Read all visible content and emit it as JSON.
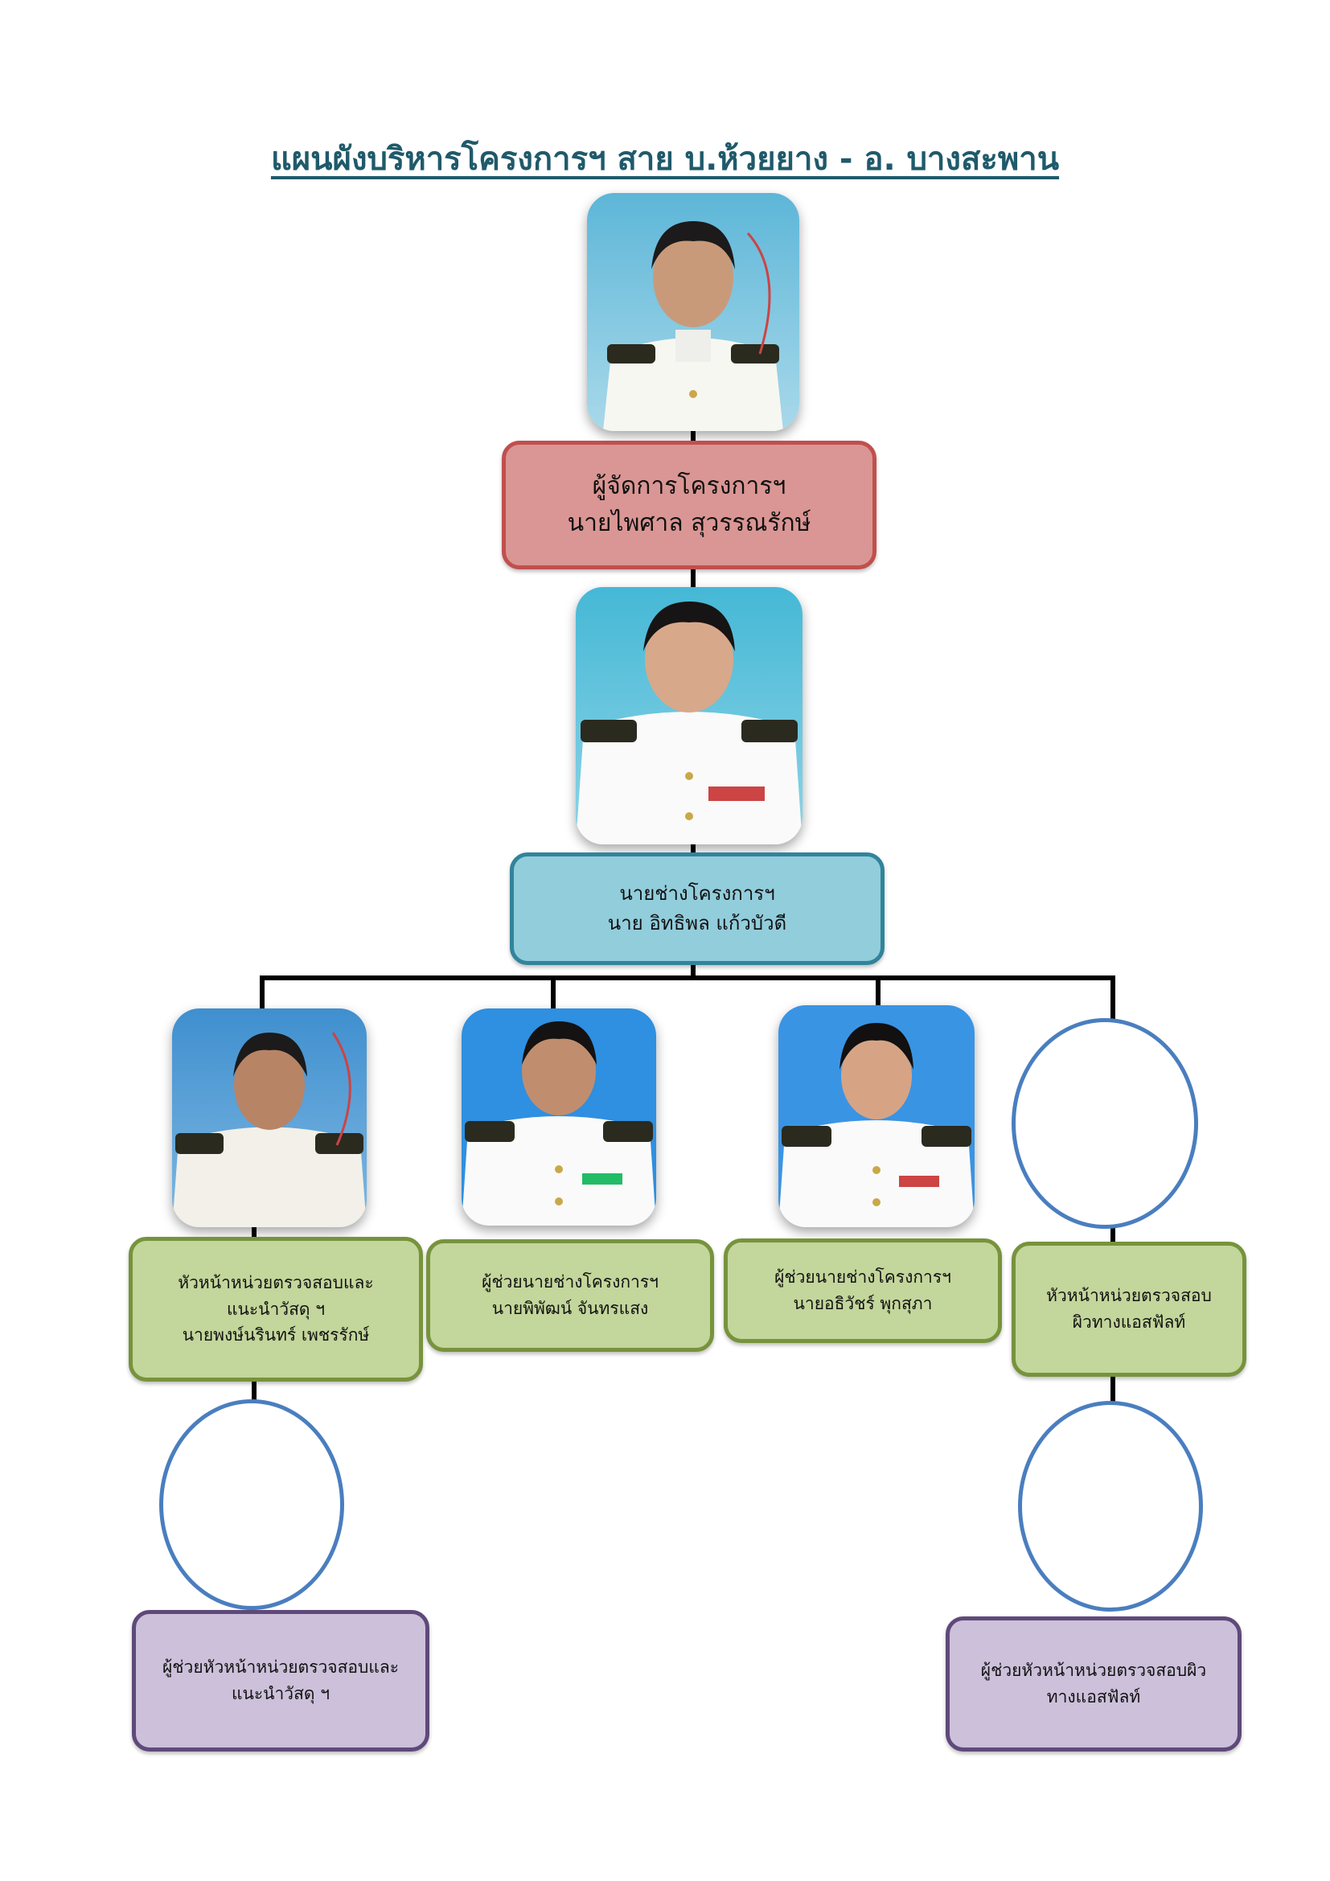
{
  "title": "แผนผังบริหารโครงการฯ สาย บ.ห้วยยาง - อ. บางสะพาน",
  "colors": {
    "manager_fill": "#da9694",
    "manager_border": "#c0504d",
    "engineer_fill": "#92cddc",
    "engineer_border": "#31849b",
    "staff_fill": "#c3d69b",
    "staff_border": "#77933c",
    "assistant_fill": "#ccc0da",
    "assistant_border": "#5f497a",
    "placeholder_border": "#4a7ebf"
  },
  "manager": {
    "role": "ผู้จัดการโครงการฯ",
    "name": "นายไพศาล สุวรรณรักษ์"
  },
  "engineer": {
    "role": "นายช่างโครงการฯ",
    "name": "นาย อิทธิพล  แก้วบัวดี"
  },
  "staff": [
    {
      "lines": [
        "หัวหน้าหน่วยตรวจสอบและ",
        "แนะนำวัสดุ ฯ",
        "นายพงษ์นรินทร์  เพชรรักษ์"
      ]
    },
    {
      "lines": [
        "ผู้ช่วยนายช่างโครงการฯ",
        "นายพิพัฒน์  จันทรแสง"
      ]
    },
    {
      "lines": [
        "ผู้ช่วยนายช่างโครงการฯ",
        "นายอธิวัชร์  พุกสุภา"
      ]
    },
    {
      "lines": [
        "หัวหน้าหน่วยตรวจสอบ",
        "ผิวทางแอสฟัลท์"
      ]
    }
  ],
  "assistants": [
    {
      "lines": [
        "ผู้ช่วยหัวหน้าหน่วยตรวจสอบและ",
        "แนะนำวัสดุ ฯ"
      ]
    },
    {
      "lines": [
        "ผู้ช่วยหัวหน้าหน่วยตรวจสอบผิว",
        "ทางแอสฟัลท์"
      ]
    }
  ]
}
